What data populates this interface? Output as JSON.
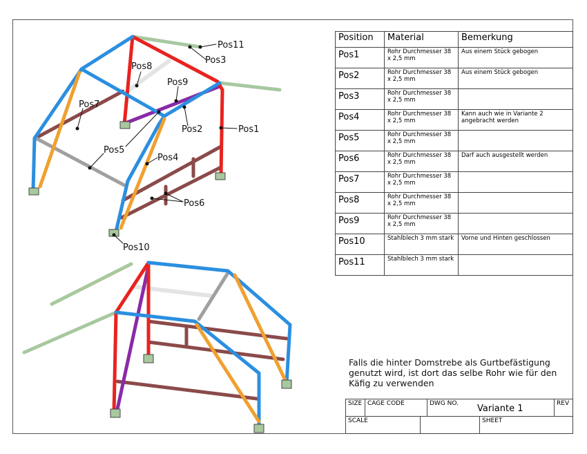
{
  "labels": {
    "pos1": "Pos1",
    "pos2": "Pos2",
    "pos3": "Pos3",
    "pos4": "Pos4",
    "pos5": "Pos5",
    "pos6": "Pos6",
    "pos7": "Pos7",
    "pos8": "Pos8",
    "pos9": "Pos9",
    "pos10": "Pos10",
    "pos11": "Pos11"
  },
  "table": {
    "headers": [
      "Position",
      "Material",
      "Bemerkung"
    ],
    "rows": [
      {
        "pos": "Pos1",
        "material": "Rohr Durchmesser 38 x 2,5 mm",
        "remark": "Aus einem Stück gebogen"
      },
      {
        "pos": "Pos2",
        "material": "Rohr Durchmesser 38 x 2,5 mm",
        "remark": "Aus einem Stück gebogen"
      },
      {
        "pos": "Pos3",
        "material": "Rohr Durchmesser 38 x 2,5 mm",
        "remark": ""
      },
      {
        "pos": "Pos4",
        "material": "Rohr Durchmesser 38 x 2,5 mm",
        "remark": "Kann auch wie in Variante 2 angebracht werden"
      },
      {
        "pos": "Pos5",
        "material": "Rohr Durchmesser 38 x 2,5 mm",
        "remark": ""
      },
      {
        "pos": "Pos6",
        "material": "Rohr Durchmesser 38 x 2,5 mm",
        "remark": "Darf auch ausgestellt werden"
      },
      {
        "pos": "Pos7",
        "material": "Rohr Durchmesser 38 x 2,5 mm",
        "remark": ""
      },
      {
        "pos": "Pos8",
        "material": "Rohr Durchmesser 38 x 2,5 mm",
        "remark": ""
      },
      {
        "pos": "Pos9",
        "material": "Rohr Durchmesser 38 x 2,5 mm",
        "remark": ""
      },
      {
        "pos": "Pos10",
        "material": "Stahlblech 3 mm stark",
        "remark": "Vorne und Hinten geschlossen"
      },
      {
        "pos": "Pos11",
        "material": "Stahlblech 3 mm stark",
        "remark": ""
      }
    ]
  },
  "note": "Falls die hinter Domstrebe als Gurtbefästigung genutzt wird, ist dort das selbe Rohr wie für den Käfig zu verwenden",
  "titleblock": {
    "size": "SIZE",
    "cage_code": "CAGE CODE",
    "dwg_no": "DWG NO.",
    "dwg_value": "Variante 1",
    "rev": "REV",
    "scale": "SCALE",
    "sheet": "SHEET"
  },
  "colors": {
    "pos1": "#e8231f",
    "blue": "#2b8fe0",
    "orange": "#f0a030",
    "brown": "#8b4a4a",
    "gray": "#a0a0a0",
    "purple": "#8a2aa8",
    "white": "#e8e8e8",
    "green": "#a8c8a0"
  }
}
